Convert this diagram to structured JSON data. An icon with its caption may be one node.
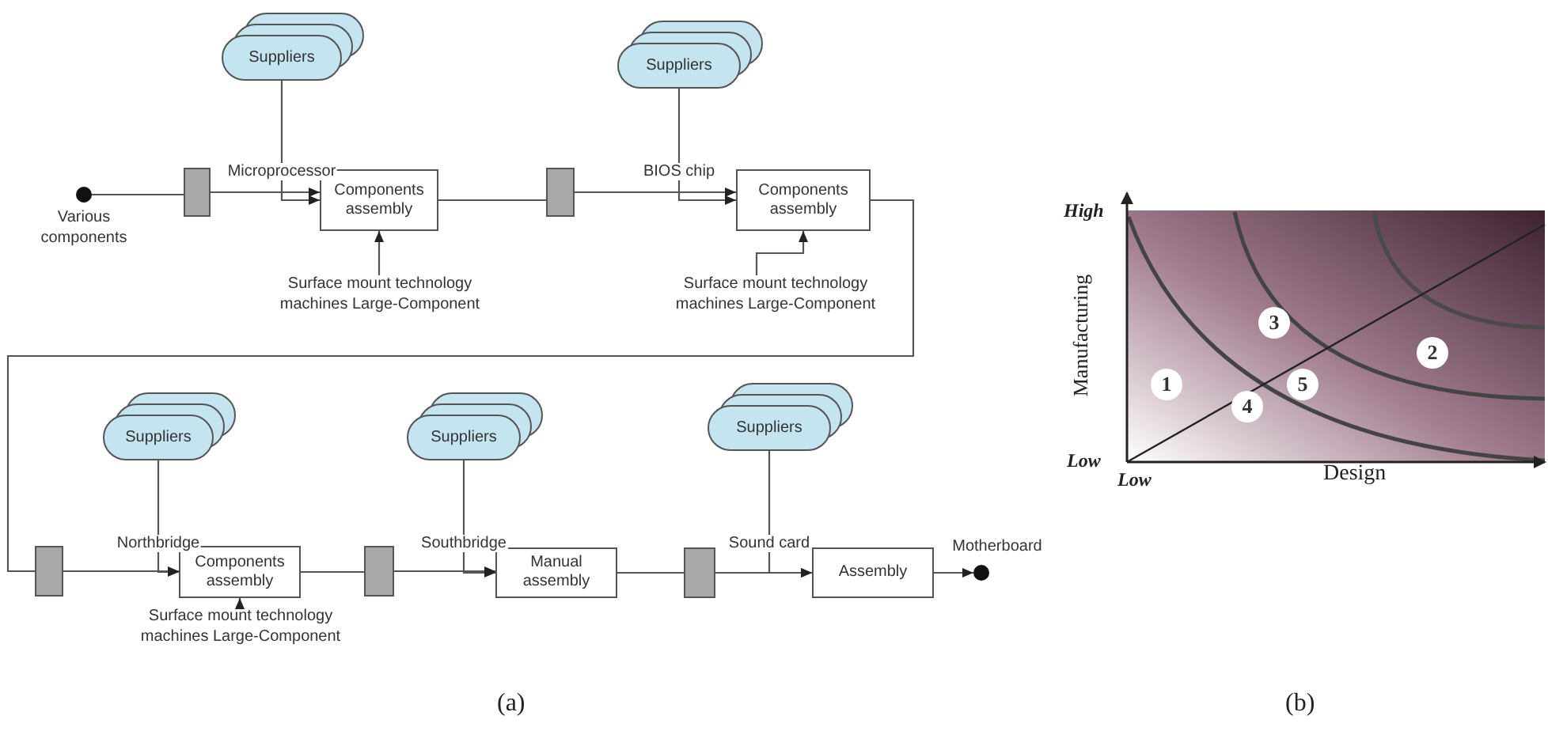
{
  "diagram": {
    "nodes": [
      {
        "text": [],
        "shape": "circle",
        "beside": [
          "Various components"
        ]
      },
      {
        "text": [],
        "shape": "box"
      },
      {
        "text": [
          "Suppliers"
        ]
      },
      {
        "text": [
          "Components assembly"
        ]
      },
      {
        "text": [
          "Surface mount technology machines Large-Component"
        ]
      },
      {
        "text": [],
        "shape": "box"
      },
      {
        "text": [
          "Suppliers"
        ]
      },
      {
        "text": [
          "Components assembly"
        ]
      },
      {
        "text": [
          "Surface mount technology machines Large-Component"
        ]
      },
      {
        "text": [],
        "shape": "box"
      },
      {
        "text": [
          "Suppliers"
        ]
      },
      {
        "text": [
          "Components assembly"
        ]
      },
      {
        "text": [
          "Surface mount technology machines Large-Component"
        ]
      },
      {
        "text": [],
        "shape": "box"
      },
      {
        "text": [
          "Suppliers"
        ]
      },
      {
        "text": [
          "Manual assembly"
        ]
      },
      {
        "text": [],
        "shape": "box"
      },
      {
        "text": [
          "Suppliers"
        ]
      },
      {
        "text": [
          "Assembly"
        ]
      },
      {
        "text": [],
        "shape": "circle",
        "beside": [
          "Motherboard"
        ]
      },
      {
        "text": [
          "1"
        ]
      },
      {
        "text": [
          "2"
        ]
      },
      {
        "text": [
          "3"
        ]
      },
      {
        "text": [
          "4"
        ]
      },
      {
        "text": [
          "5"
        ]
      }
    ],
    "edges": [
      {
        "from": 0,
        "to": 1,
        "arrow": "none"
      },
      {
        "from": 1,
        "to": 3,
        "arrow": "to"
      },
      {
        "from": 2,
        "to": 3,
        "arrow": "to",
        "label": "Microprocessor"
      },
      {
        "from": 4,
        "to": 3,
        "arrow": "to"
      },
      {
        "from": 3,
        "to": 5,
        "arrow": "none"
      },
      {
        "from": 5,
        "to": 7,
        "arrow": "to"
      },
      {
        "from": 6,
        "to": 7,
        "arrow": "to",
        "label": "BIOS chip"
      },
      {
        "from": 8,
        "to": 7,
        "arrow": "to"
      },
      {
        "from": 7,
        "to": 9,
        "arrow": "none"
      },
      {
        "from": 9,
        "to": 11,
        "arrow": "to"
      },
      {
        "from": 10,
        "to": 11,
        "arrow": "to",
        "label": "Northbridge"
      },
      {
        "from": 12,
        "to": 11,
        "arrow": "to"
      },
      {
        "from": 11,
        "to": 13,
        "arrow": "none"
      },
      {
        "from": 13,
        "to": 15,
        "arrow": "to"
      },
      {
        "from": 14,
        "to": 15,
        "arrow": "to",
        "label": "Southbridge"
      },
      {
        "from": 15,
        "to": 16,
        "arrow": "none"
      },
      {
        "from": 16,
        "to": 18,
        "arrow": "to"
      },
      {
        "from": 17,
        "to": 18,
        "arrow": "to",
        "label": "Sound card"
      },
      {
        "from": 18,
        "to": 19,
        "arrow": "to"
      }
    ],
    "labels": [
      "High",
      "Manufacturing",
      "Low",
      "Low",
      "Design",
      "(a)",
      "(b)"
    ]
  }
}
